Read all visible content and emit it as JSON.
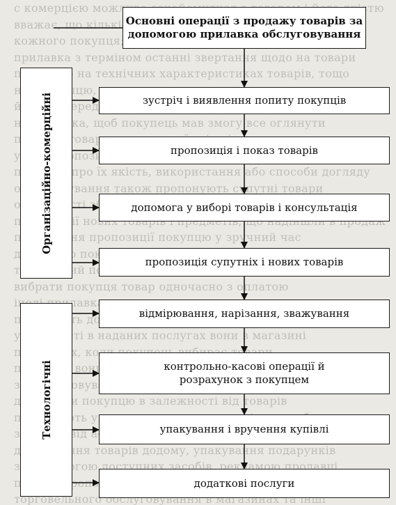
{
  "title": "Основні операції з продажу товарів за допомогою прилавка обслуговування",
  "steps": [
    "зустріч і виявлення попиту покупців",
    "пропозиція і показ товарів",
    "допомога у виборі товарів і консультація",
    "пропозиція супутніх і нових товарів",
    "відмірювання, нарізання, зважування",
    "контрольно-касові операції й розрахунок з покупцем",
    "упакування і вручення купівлі",
    "додаткові послуги"
  ],
  "groups": {
    "organizational": "Організаційно-комерційні",
    "technological": "Технологічні"
  }
}
